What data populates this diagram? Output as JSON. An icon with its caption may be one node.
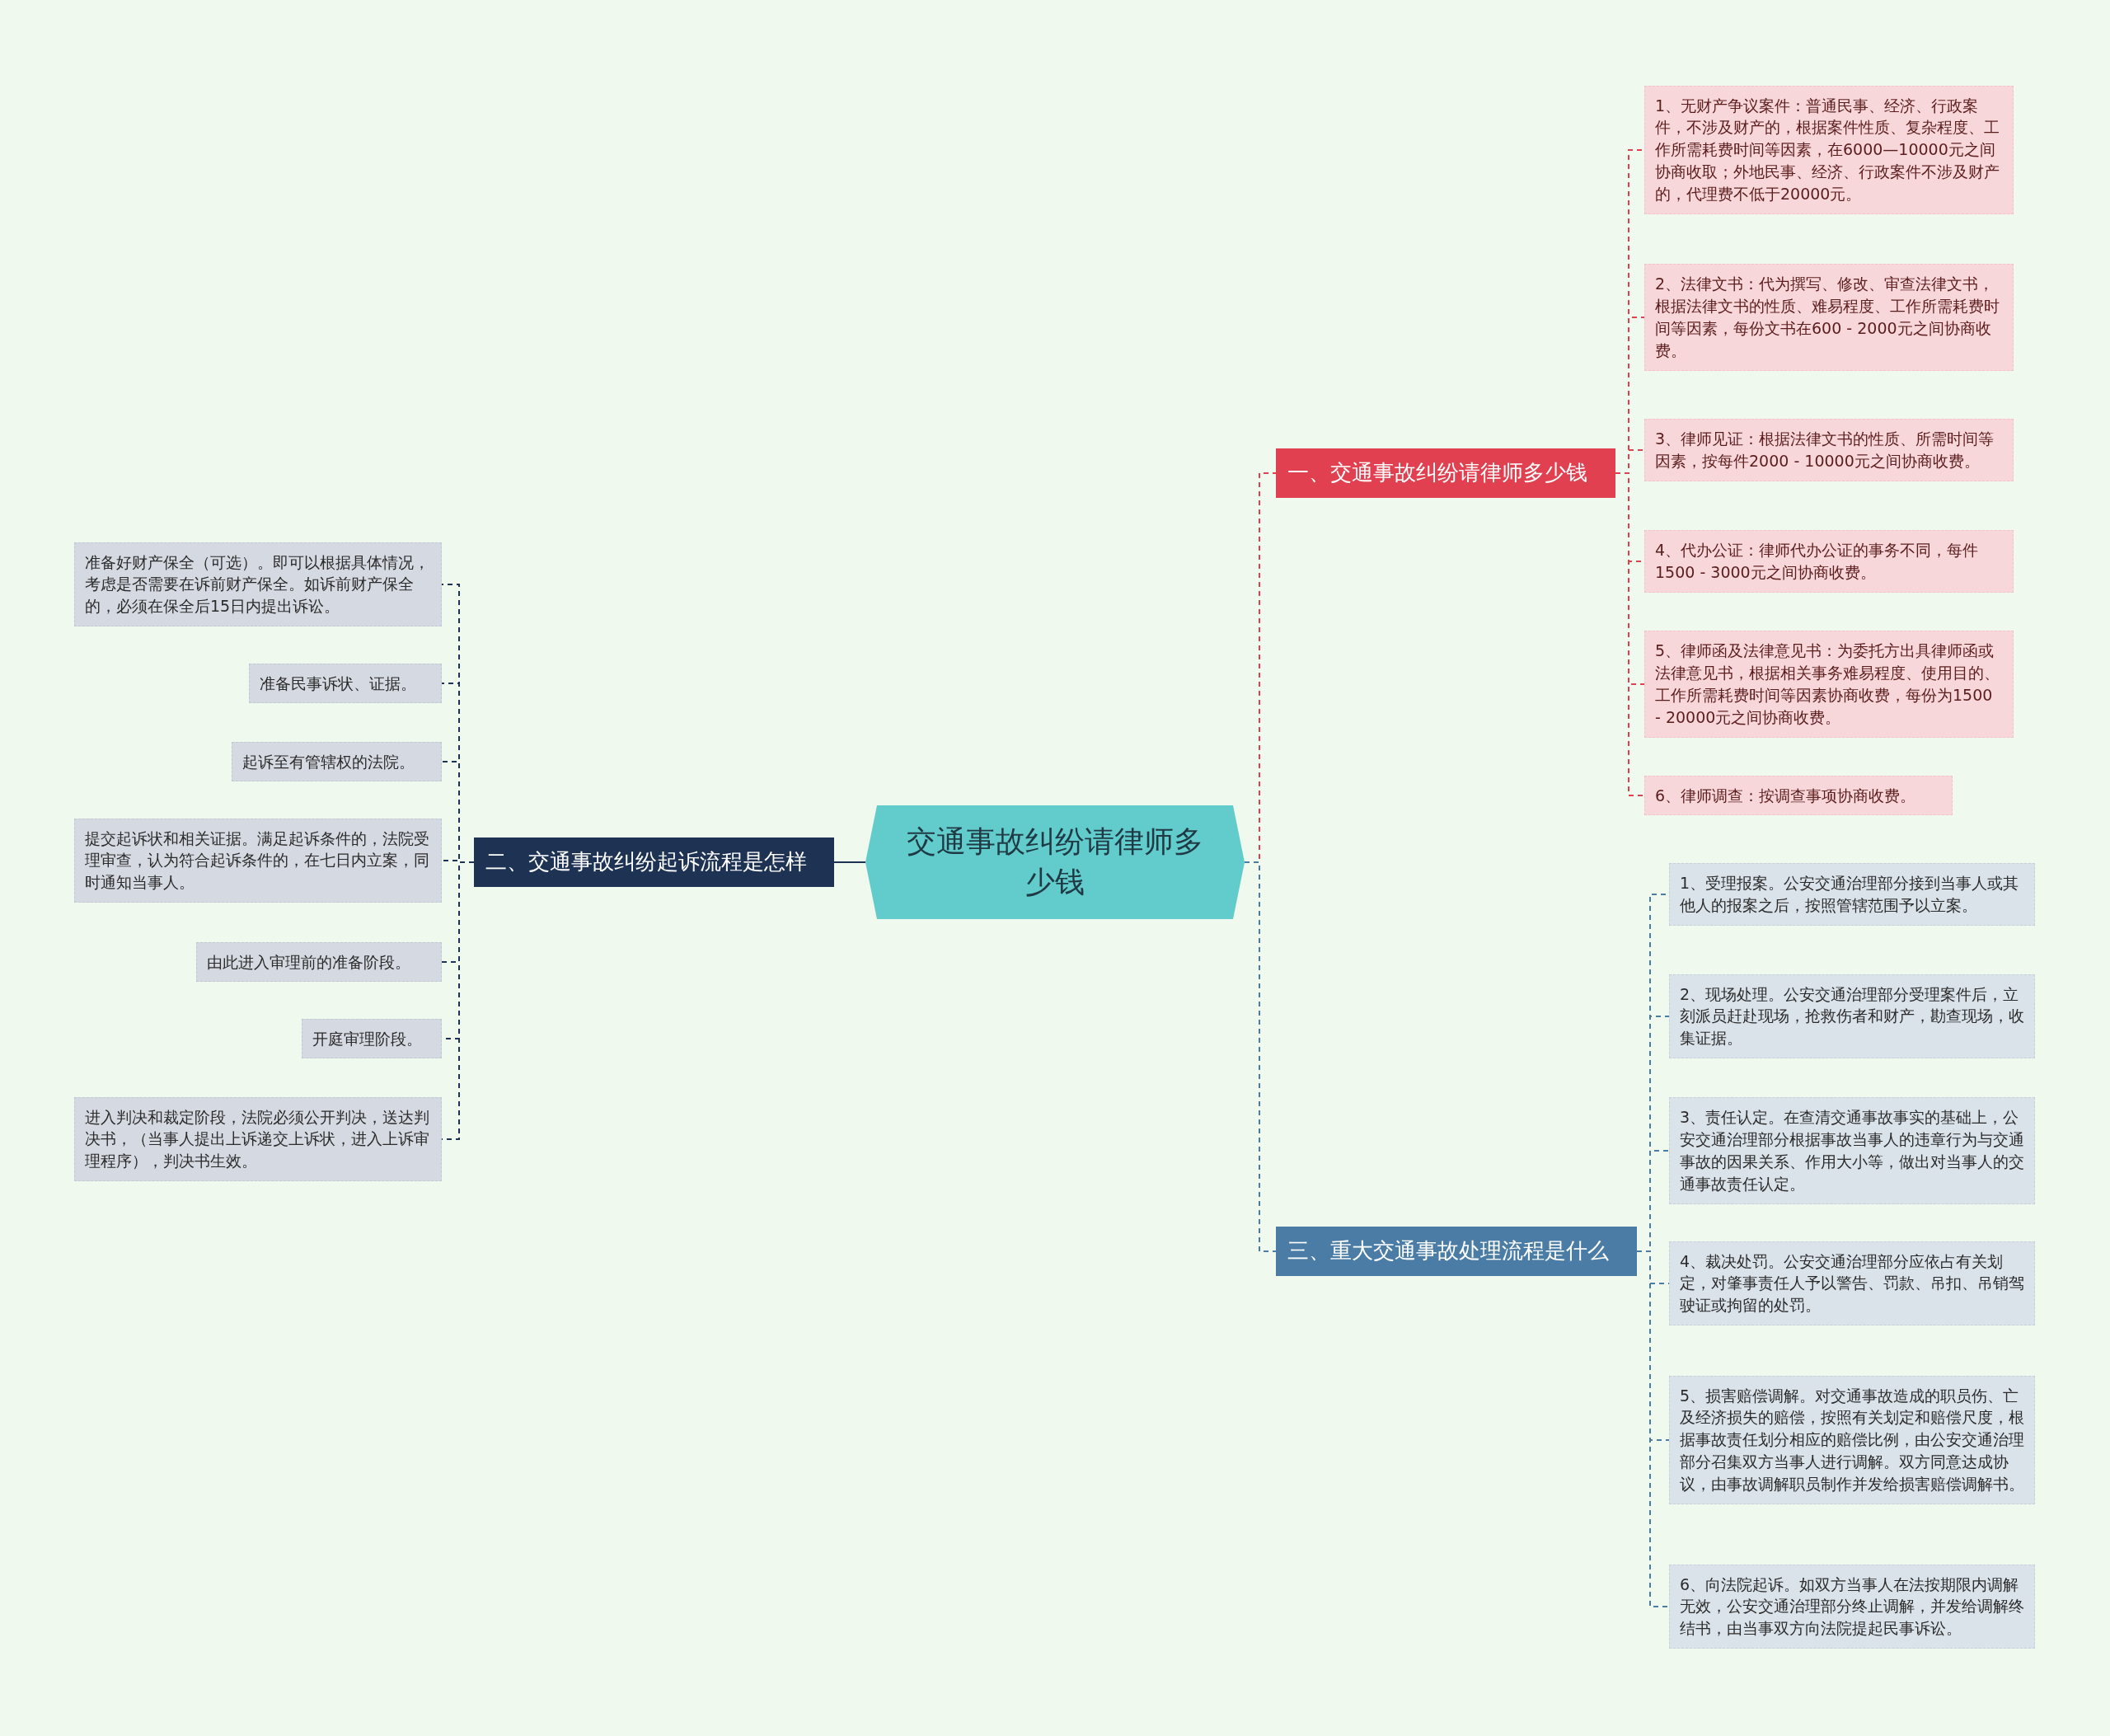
{
  "diagram": {
    "nodes": [
      {
        "text": [
          "交通事故纠纷请律师多少钱"
        ]
      },
      {
        "text": [
          "一、交通事故纠纷请律师多少钱"
        ]
      },
      {
        "text": [
          "1、无财产争议案件：普通民事、经济、行政案件，不涉及财产的，根据案件性质、复杂程度、工作所需耗费时间等因素，在6000—10000元之间协商收取；外地民事、经济、行政案件不涉及财产的，代理费不低于20000元。"
        ]
      },
      {
        "text": [
          "2、法律文书：代为撰写、修改、审查法律文书，根据法律文书的性质、难易程度、工作所需耗费时间等因素，每份文书在600 - 2000元之间协商收费。"
        ]
      },
      {
        "text": [
          "3、律师见证：根据法律文书的性质、所需时间等因素，按每件2000 - 10000元之间协商收费。"
        ]
      },
      {
        "text": [
          "4、代办公证：律师代办公证的事务不同，每件1500 - 3000元之间协商收费。"
        ]
      },
      {
        "text": [
          "5、律师函及法律意见书：为委托方出具律师函或法律意见书，根据相关事务难易程度、使用目的、工作所需耗费时间等因素协商收费，每份为1500 - 20000元之间协商收费。"
        ]
      },
      {
        "text": [
          "6、律师调查：按调查事项协商收费。"
        ]
      },
      {
        "text": [
          "二、交通事故纠纷起诉流程是怎样"
        ]
      },
      {
        "text": [
          "准备好财产保全（可选）。即可以根据具体情况，考虑是否需要在诉前财产保全。如诉前财产保全的，必须在保全后15日内提出诉讼。"
        ]
      },
      {
        "text": [
          "准备民事诉状、证据。"
        ]
      },
      {
        "text": [
          "起诉至有管辖权的法院。"
        ]
      },
      {
        "text": [
          "提交起诉状和相关证据。满足起诉条件的，法院受理审查，认为符合起诉条件的，在七日内立案，同时通知当事人。"
        ]
      },
      {
        "text": [
          "由此进入审理前的准备阶段。"
        ]
      },
      {
        "text": [
          "开庭审理阶段。"
        ]
      },
      {
        "text": [
          "进入判决和裁定阶段，法院必须公开判决，送达判决书，（当事人提出上诉递交上诉状，进入上诉审理程序），判决书生效。"
        ]
      },
      {
        "text": [
          "三、重大交通事故处理流程是什么"
        ]
      },
      {
        "text": [
          "1、受理报案。公安交通治理部分接到当事人或其他人的报案之后，按照管辖范围予以立案。"
        ]
      },
      {
        "text": [
          "2、现场处理。公安交通治理部分受理案件后，立刻派员赶赴现场，抢救伤者和财产，勘查现场，收集证据。"
        ]
      },
      {
        "text": [
          "3、责任认定。在查清交通事故事实的基础上，公安交通治理部分根据事故当事人的违章行为与交通事故的因果关系、作用大小等，做出对当事人的交通事故责任认定。"
        ]
      },
      {
        "text": [
          "4、裁决处罚。公安交通治理部分应依占有关划定，对肇事责任人予以警告、罚款、吊扣、吊销驾驶证或拘留的处罚。"
        ]
      },
      {
        "text": [
          "5、损害赔偿调解。对交通事故造成的职员伤、亡及经济损失的赔偿，按照有关划定和赔偿尺度，根据事故责任划分相应的赔偿比例，由公安交通治理部分召集双方当事人进行调解。双方同意达成协议，由事故调解职员制作并发给损害赔偿调解书。"
        ]
      },
      {
        "text": [
          "6、向法院起诉。如双方当事人在法按期限内调解无效，公安交通治理部分终止调解，并发给调解终结书，由当事双方向法院提起民事诉讼。"
        ]
      }
    ],
    "edges": [
      {
        "from": 0,
        "to": 1,
        "arrow": "none",
        "style": "dashed",
        "color": "#e0404f"
      },
      {
        "from": 1,
        "to": 2,
        "arrow": "none",
        "style": "dashed",
        "color": "#e0404f"
      },
      {
        "from": 1,
        "to": 3,
        "arrow": "none",
        "style": "dashed",
        "color": "#e0404f"
      },
      {
        "from": 1,
        "to": 4,
        "arrow": "none",
        "style": "dashed",
        "color": "#e0404f"
      },
      {
        "from": 1,
        "to": 5,
        "arrow": "none",
        "style": "dashed",
        "color": "#e0404f"
      },
      {
        "from": 1,
        "to": 6,
        "arrow": "none",
        "style": "dashed",
        "color": "#e0404f"
      },
      {
        "from": 1,
        "to": 7,
        "arrow": "none",
        "style": "dashed",
        "color": "#e0404f"
      },
      {
        "from": 0,
        "to": 8,
        "arrow": "none",
        "color": "#1e3254"
      },
      {
        "from": 8,
        "to": 9,
        "arrow": "none",
        "style": "dashed",
        "color": "#1e3254"
      },
      {
        "from": 8,
        "to": 10,
        "arrow": "none",
        "style": "dashed",
        "color": "#1e3254"
      },
      {
        "from": 8,
        "to": 11,
        "arrow": "none",
        "style": "dashed",
        "color": "#1e3254"
      },
      {
        "from": 8,
        "to": 12,
        "arrow": "none",
        "style": "dashed",
        "color": "#1e3254"
      },
      {
        "from": 8,
        "to": 13,
        "arrow": "none",
        "style": "dashed",
        "color": "#1e3254"
      },
      {
        "from": 8,
        "to": 14,
        "arrow": "none",
        "style": "dashed",
        "color": "#1e3254"
      },
      {
        "from": 8,
        "to": 15,
        "arrow": "none",
        "style": "dashed",
        "color": "#1e3254"
      },
      {
        "from": 0,
        "to": 16,
        "arrow": "none",
        "style": "dashed",
        "color": "#4a7ca6"
      },
      {
        "from": 16,
        "to": 17,
        "arrow": "none",
        "style": "dashed",
        "color": "#4a7ca6"
      },
      {
        "from": 16,
        "to": 18,
        "arrow": "none",
        "style": "dashed",
        "color": "#4a7ca6"
      },
      {
        "from": 16,
        "to": 19,
        "arrow": "none",
        "style": "dashed",
        "color": "#4a7ca6"
      },
      {
        "from": 16,
        "to": 20,
        "arrow": "none",
        "style": "dashed",
        "color": "#4a7ca6"
      },
      {
        "from": 16,
        "to": 21,
        "arrow": "none",
        "style": "dashed",
        "color": "#4a7ca6"
      },
      {
        "from": 16,
        "to": 22,
        "arrow": "none",
        "style": "dashed",
        "color": "#4a7ca6"
      }
    ]
  }
}
